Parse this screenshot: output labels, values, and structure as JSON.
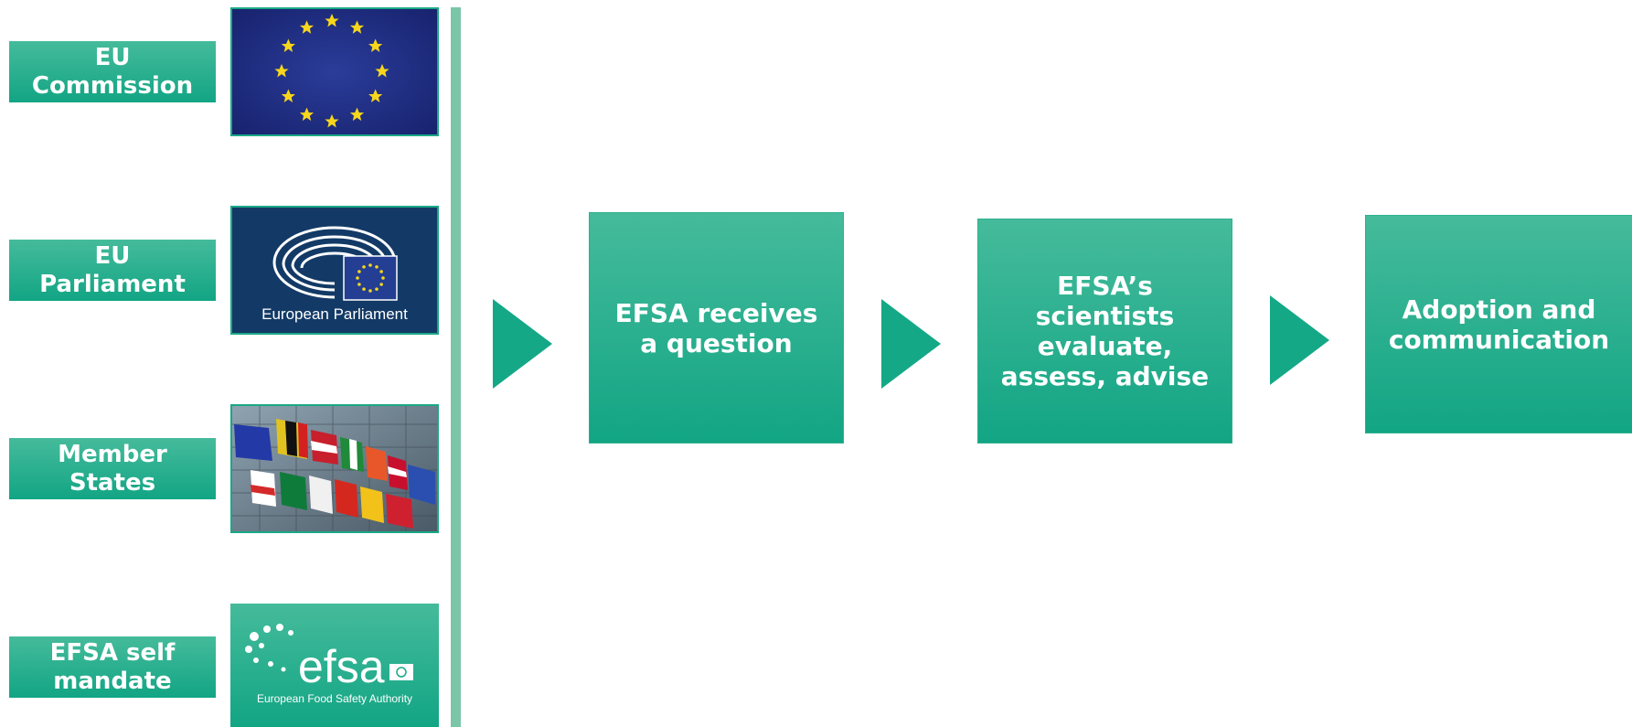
{
  "sources": [
    {
      "label": "EU\nCommission",
      "image": "eu-flag"
    },
    {
      "label": "EU\nParliament",
      "image": "european-parliament-logo",
      "logo_text": "European Parliament"
    },
    {
      "label": "Member\nStates",
      "image": "member-states-flags-photo"
    },
    {
      "label": "EFSA self\nmandate",
      "image": "efsa-logo",
      "logo_text": "efsa",
      "logo_subtext": "European Food Safety Authority"
    }
  ],
  "process_steps": [
    {
      "label": "EFSA receives\na question"
    },
    {
      "label": "EFSA’s\nscientists\nevaluate,\nassess, advise"
    },
    {
      "label": "Adoption and\ncommunication"
    }
  ],
  "colors": {
    "accent": "#1aa886",
    "accent_light": "#45bb9b",
    "divider": "#7bc5a8",
    "eu_blue": "#1f2f86",
    "parliament_blue": "#133a66",
    "star_gold": "#f7d61c"
  }
}
